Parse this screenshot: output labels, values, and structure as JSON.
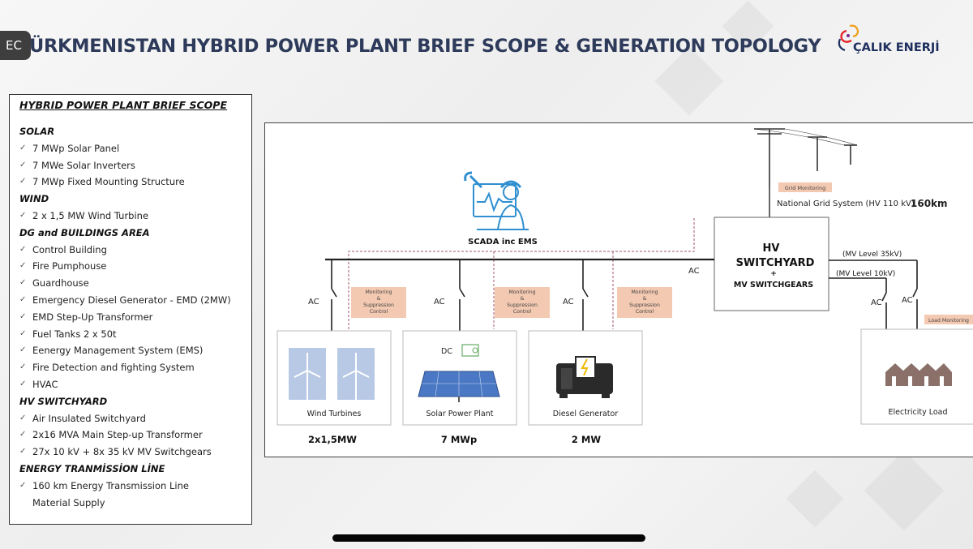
{
  "header": {
    "rec_badge": "EC",
    "title": "ÜRKMENISTAN HYBRID POWER PLANT BRIEF SCOPE & GENERATION TOPOLOGY",
    "logo_text": "ÇALIK ENERJİ"
  },
  "scope": {
    "title": "HYBRID POWER PLANT BRIEF SCOPE",
    "sections": [
      {
        "heading": "SOLAR",
        "items": [
          "7 MWp Solar Panel",
          "7 MWe Solar Inverters",
          "7 MWp Fixed Mounting Structure"
        ]
      },
      {
        "heading": "WIND",
        "items": [
          "2 x 1,5 MW Wind Turbine"
        ]
      },
      {
        "heading": "DG and BUILDINGS AREA",
        "items": [
          "Control Building",
          "Fire Pumphouse",
          "Guardhouse",
          "Emergency Diesel Generator - EMD (2MW)",
          "EMD Step-Up Transformer",
          "Fuel Tanks 2 x 50t",
          "Eenergy Management System (EMS)",
          "Fire Detection and fighting System",
          "HVAC"
        ]
      },
      {
        "heading": "HV SWITCHYARD",
        "items": [
          "Air Insulated Switchyard",
          "2x16 MVA Main   Step-up Transformer",
          "27x 10 kV  + 8x 35 kV MV Switchgears"
        ]
      },
      {
        "heading": "ENERGY TRANMİSSİON LİNE",
        "items": [
          "160 km Energy Transmission Line"
        ],
        "continuation": "Material Supply"
      }
    ]
  },
  "diagram": {
    "scada_label": "SCADA inc EMS",
    "grid_monitoring": "Grid Monitoring",
    "national_grid": "National Grid System (HV 110 kV)",
    "grid_distance": "160km",
    "hv_switchyard_line1": "HV",
    "hv_switchyard_line2": "SWITCHYARD",
    "hv_switchyard_plus": "+",
    "hv_switchyard_line3": "MV SWITCHGEARS",
    "mv_35": "(MV Level 35kV)",
    "mv_10": "(MV Level 10kV)",
    "ac_label": "AC",
    "dc_label": "DC",
    "monitoring_text": "Monitoring\n&\nSuppression\nControl",
    "load_monitoring": "Load Monitoring",
    "plants": [
      {
        "name": "Wind Turbines",
        "capacity": "2x1,5MW"
      },
      {
        "name": "Solar Power Plant",
        "capacity": "7 MWp"
      },
      {
        "name": "Diesel Generator",
        "capacity": "2 MW"
      }
    ],
    "load_name": "Electricity Load"
  },
  "colors": {
    "title": "#2d3a5a",
    "monitor_box": "#f3c9b1",
    "dashed_line": "#a0556a",
    "scada_blue": "#2f8fd0",
    "solar_panel": "#4a78c4",
    "house": "#8a7068"
  }
}
